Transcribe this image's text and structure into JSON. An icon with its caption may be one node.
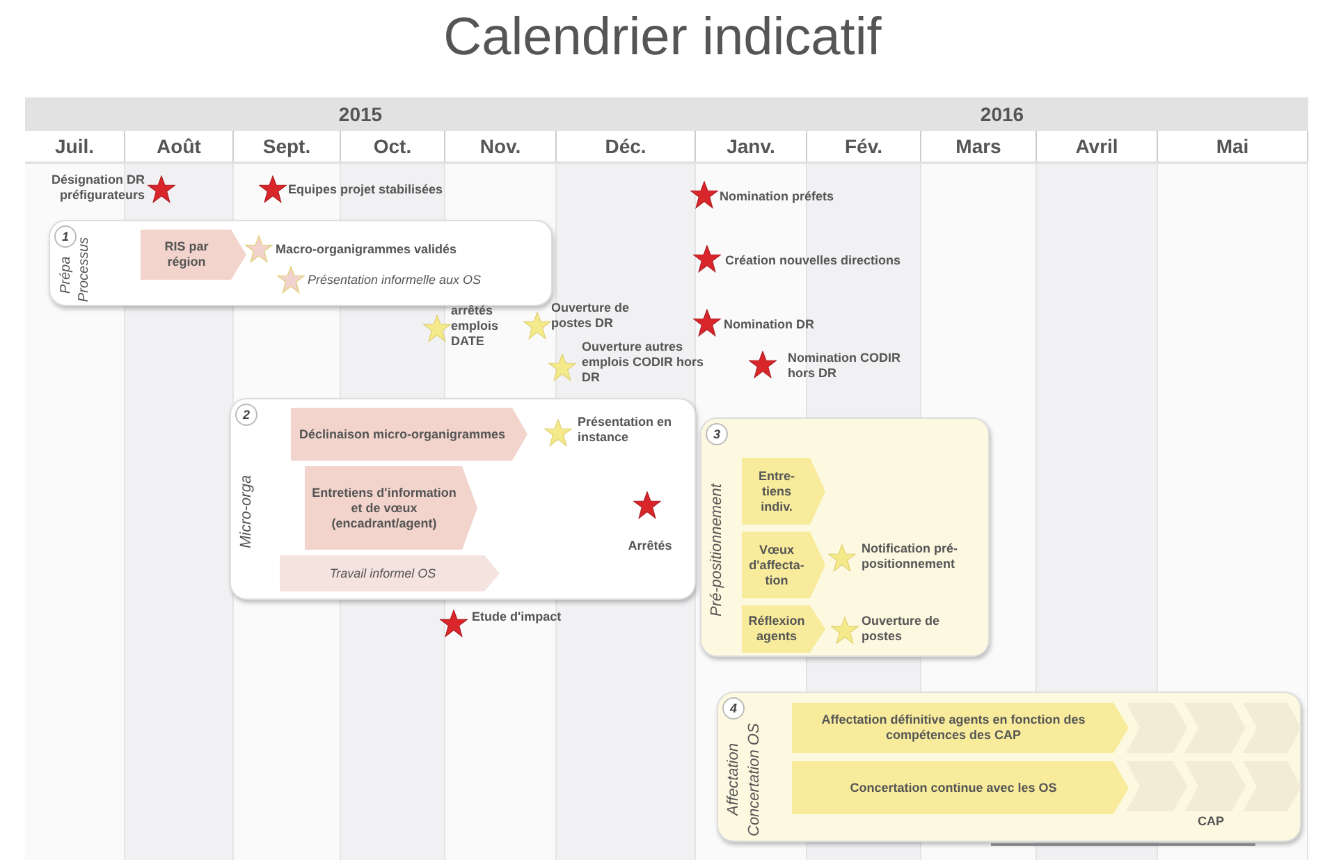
{
  "diagram": {
    "title": "Calendrier indicatif",
    "nodes": [
      {
        "text": [
          "Désignation DR préfigurateurs"
        ]
      },
      {
        "text": [
          "Equipes projet stabilisées"
        ]
      },
      {
        "text": [
          "Nomination préfets"
        ]
      },
      {
        "text": [
          "1",
          "Prépa Processus"
        ]
      },
      {
        "text": [
          "RIS par région"
        ],
        "in": 3
      },
      {
        "text": [
          "Macro-organigrammes validés"
        ],
        "in": 3
      },
      {
        "text": [
          "Présentation informelle aux OS"
        ],
        "in": 3
      },
      {
        "text": [
          "Création nouvelles directions"
        ]
      },
      {
        "text": [
          "arrêtés emplois DATE"
        ]
      },
      {
        "text": [
          "Ouverture de postes DR"
        ]
      },
      {
        "text": [
          "Nomination DR"
        ]
      },
      {
        "text": [
          "Ouverture autres emplois CODIR hors DR"
        ]
      },
      {
        "text": [
          "Nomination CODIR hors DR"
        ]
      },
      {
        "text": [
          "2",
          "Micro-orga"
        ]
      },
      {
        "text": [
          "Déclinaison micro-organigrammes"
        ],
        "in": 13
      },
      {
        "text": [
          "Présentation en instance"
        ],
        "in": 13
      },
      {
        "text": [
          "Entretiens d'information et de vœux (encadrant/agent)"
        ],
        "in": 13
      },
      {
        "text": [
          "Arrêtés"
        ],
        "in": 13
      },
      {
        "text": [
          "Travail informel OS"
        ],
        "in": 13
      },
      {
        "text": [
          "Etude d'impact"
        ]
      },
      {
        "text": [
          "3",
          "Pré-positionnement"
        ]
      },
      {
        "text": [
          "Entre-tiens indiv."
        ],
        "in": 20
      },
      {
        "text": [
          "Vœux d'affecta-tion"
        ],
        "in": 20
      },
      {
        "text": [
          "Notification pré-positionnement"
        ],
        "in": 20
      },
      {
        "text": [
          "Réflexion agents"
        ],
        "in": 20
      },
      {
        "text": [
          "Ouverture de postes"
        ],
        "in": 20
      },
      {
        "text": [
          "4",
          "Affectation",
          "Concertation OS"
        ]
      },
      {
        "text": [
          "Affectation définitive agents en fonction des compétences des CAP"
        ],
        "in": 26
      },
      {
        "text": [
          "Concertation continue avec les OS"
        ],
        "in": 26
      },
      {
        "text": [],
        "shape": "chevron",
        "in": 26
      },
      {
        "text": [],
        "shape": "chevron",
        "in": 26
      },
      {
        "text": [],
        "shape": "chevron",
        "in": 26
      },
      {
        "text": [],
        "shape": "chevron",
        "in": 26
      },
      {
        "text": [],
        "shape": "chevron",
        "in": 26
      },
      {
        "text": [],
        "shape": "chevron",
        "in": 26
      }
    ],
    "labels": [
      "2015",
      "2016",
      "Juil.",
      "Août",
      "Sept.",
      "Oct.",
      "Nov.",
      "Déc.",
      "Janv.",
      "Fév.",
      "Mars",
      "Avril",
      "Mai",
      "CAP"
    ]
  }
}
